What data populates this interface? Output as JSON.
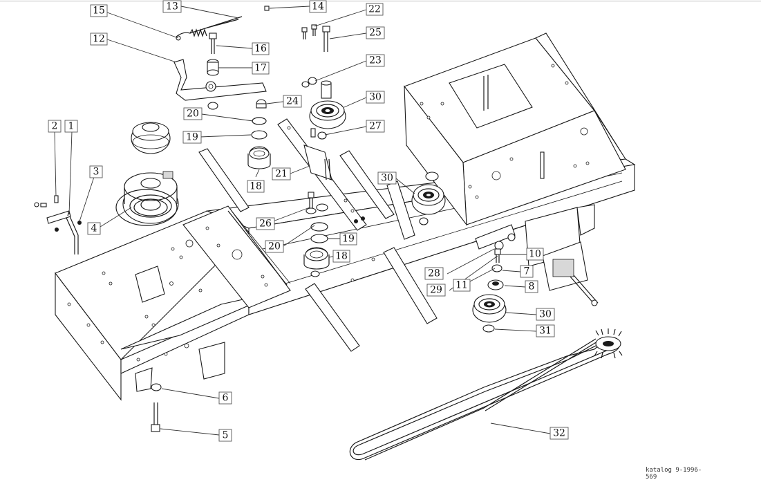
{
  "callouts": [
    {
      "id": "c1",
      "label": "1"
    },
    {
      "id": "c2",
      "label": "2"
    },
    {
      "id": "c3",
      "label": "3"
    },
    {
      "id": "c4",
      "label": "4"
    },
    {
      "id": "c5",
      "label": "5"
    },
    {
      "id": "c6",
      "label": "6"
    },
    {
      "id": "c7",
      "label": "7"
    },
    {
      "id": "c8",
      "label": "8"
    },
    {
      "id": "c10",
      "label": "10"
    },
    {
      "id": "c11",
      "label": "11"
    },
    {
      "id": "c12",
      "label": "12"
    },
    {
      "id": "c13",
      "label": "13"
    },
    {
      "id": "c14",
      "label": "14"
    },
    {
      "id": "c15",
      "label": "15"
    },
    {
      "id": "c16",
      "label": "16"
    },
    {
      "id": "c17",
      "label": "17"
    },
    {
      "id": "c18a",
      "label": "18"
    },
    {
      "id": "c18b",
      "label": "18"
    },
    {
      "id": "c19a",
      "label": "19"
    },
    {
      "id": "c19b",
      "label": "19"
    },
    {
      "id": "c20a",
      "label": "20"
    },
    {
      "id": "c20b",
      "label": "20"
    },
    {
      "id": "c21",
      "label": "21"
    },
    {
      "id": "c22",
      "label": "22"
    },
    {
      "id": "c23",
      "label": "23"
    },
    {
      "id": "c24",
      "label": "24"
    },
    {
      "id": "c25",
      "label": "25"
    },
    {
      "id": "c26",
      "label": "26"
    },
    {
      "id": "c27",
      "label": "27"
    },
    {
      "id": "c28",
      "label": "28"
    },
    {
      "id": "c29",
      "label": "29"
    },
    {
      "id": "c30a",
      "label": "30"
    },
    {
      "id": "c30b",
      "label": "30"
    },
    {
      "id": "c30c",
      "label": "30"
    },
    {
      "id": "c31",
      "label": "31"
    },
    {
      "id": "c32",
      "label": "32"
    }
  ],
  "catalog": {
    "line1": "katalog 9-1996-",
    "line2": "569"
  }
}
